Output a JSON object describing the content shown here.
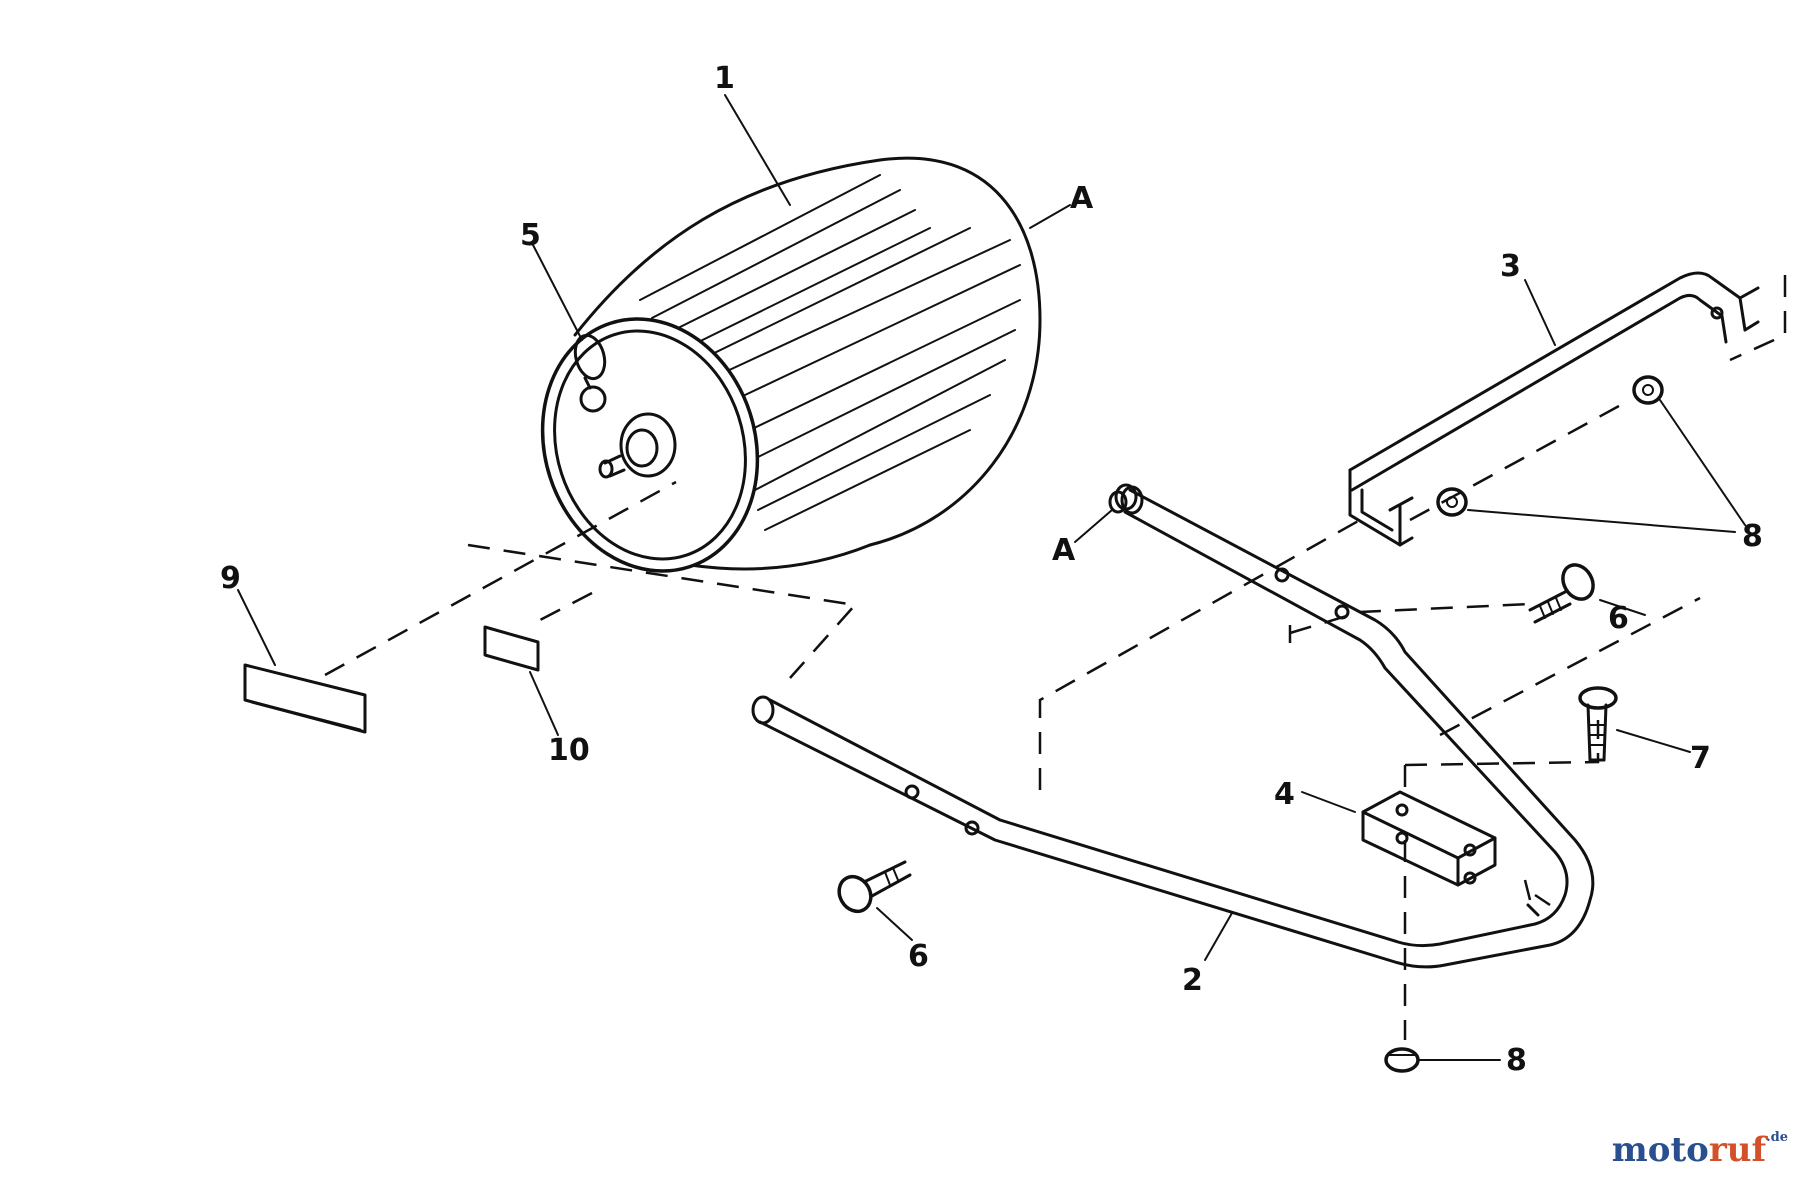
{
  "parts": [
    {
      "key": "p1",
      "label": "1"
    },
    {
      "key": "p2",
      "label": "2"
    },
    {
      "key": "p3",
      "label": "3"
    },
    {
      "key": "p4",
      "label": "4"
    },
    {
      "key": "p5",
      "label": "5"
    },
    {
      "key": "p6a",
      "label": "6"
    },
    {
      "key": "p6b",
      "label": "6"
    },
    {
      "key": "p7",
      "label": "7"
    },
    {
      "key": "p8a",
      "label": "8"
    },
    {
      "key": "p8b",
      "label": "8"
    },
    {
      "key": "p9",
      "label": "9"
    },
    {
      "key": "p10",
      "label": "10"
    },
    {
      "key": "refA1",
      "label": "A"
    },
    {
      "key": "refA2",
      "label": "A"
    }
  ],
  "brand": {
    "part1": "moto",
    "part2": "ruf",
    "suffix": ".de"
  }
}
